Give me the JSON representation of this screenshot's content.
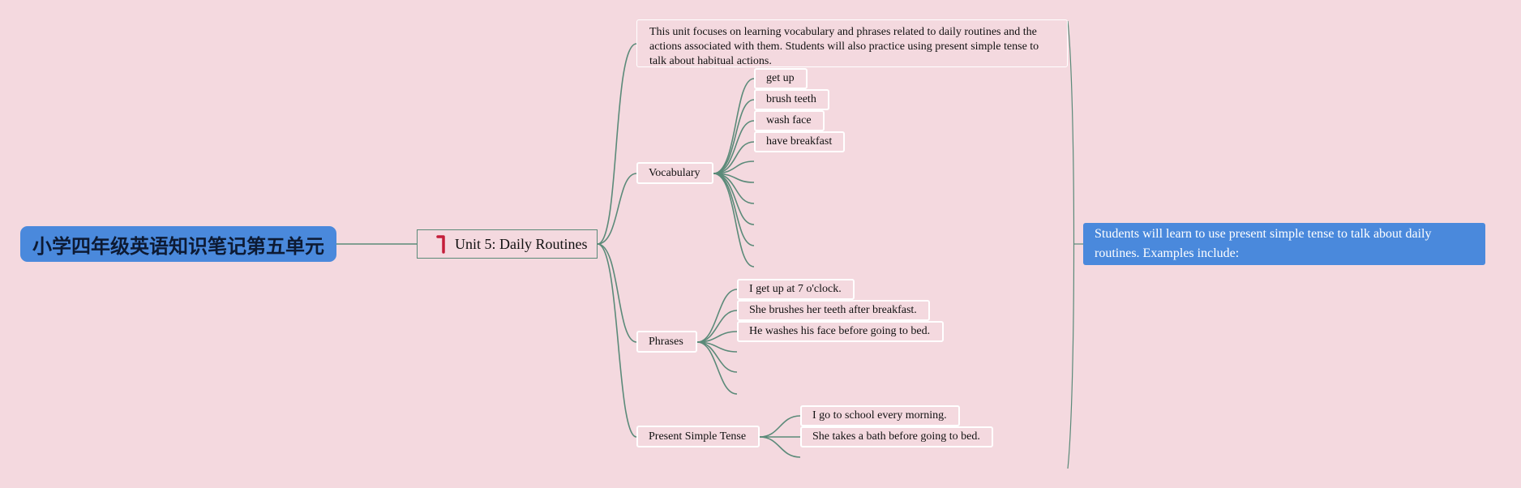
{
  "root": {
    "title": "小学四年级英语知识笔记第五单元"
  },
  "main_topic": {
    "title": "Unit 5: Daily Routines",
    "marker_icon": "red-flag-icon"
  },
  "intro": {
    "text": "This unit focuses on learning vocabulary and phrases related to daily routines and the actions associated with them. Students will also practice using present simple tense to talk about habitual actions."
  },
  "vocabulary": {
    "label": "Vocabulary",
    "items": [
      "get up",
      "brush teeth",
      "wash face",
      "have breakfast"
    ]
  },
  "phrases": {
    "label": "Phrases",
    "items": [
      "I get up at 7 o'clock.",
      "She brushes her teeth after breakfast.",
      "He washes his face before going to bed."
    ]
  },
  "present_simple": {
    "label": "Present Simple Tense",
    "items": [
      "I go to school every morning.",
      "She takes a bath before going to bed."
    ]
  },
  "summary": {
    "text": "Students will learn to use present simple tense to talk about daily routines. Examples include:"
  },
  "colors": {
    "background": "#f4d9df",
    "accent": "#4a89dc",
    "connector": "#5b8a79",
    "flag": "#c41e3a"
  }
}
